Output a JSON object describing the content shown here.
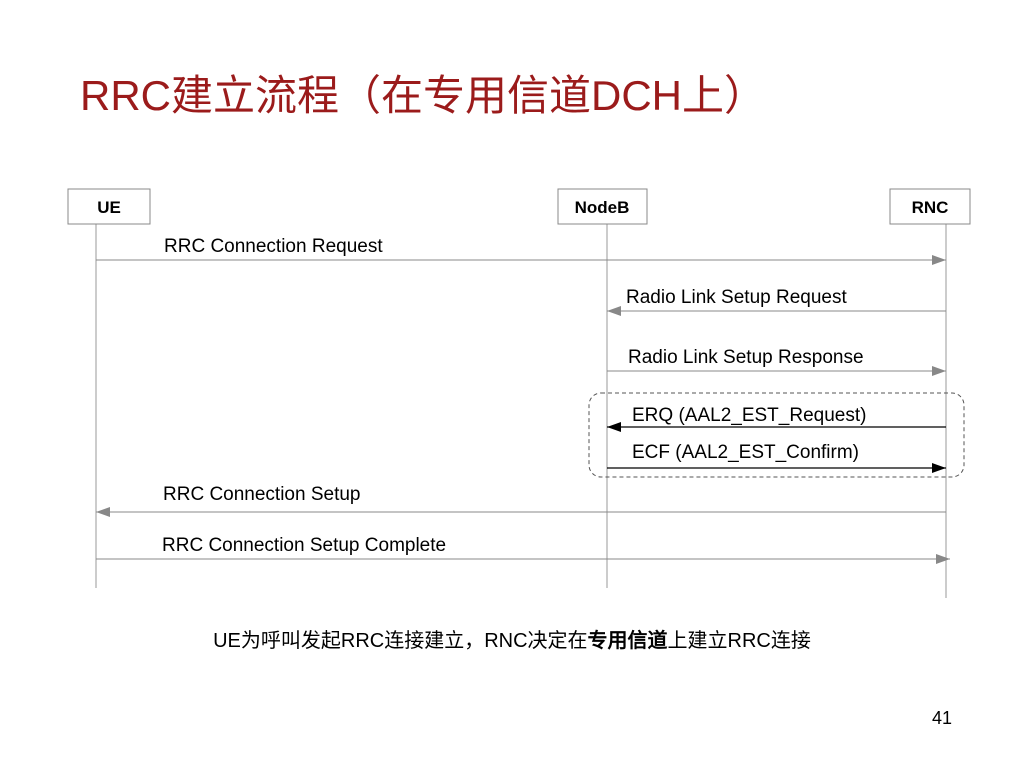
{
  "slide": {
    "title": "RRC建立流程（在专用信道DCH上）",
    "caption": {
      "pre": "UE为呼叫发起RRC连接建立，RNC决定在",
      "bold": "专用信道",
      "post": "上建立RRC连接"
    },
    "page_number": "41"
  },
  "diagram": {
    "entities": [
      {
        "id": "ue",
        "label": "UE"
      },
      {
        "id": "nodeb",
        "label": "NodeB"
      },
      {
        "id": "rnc",
        "label": "RNC"
      }
    ],
    "messages": [
      {
        "id": "m1",
        "label": "RRC Connection Request",
        "from": "ue",
        "to": "rnc"
      },
      {
        "id": "m2",
        "label": "Radio Link Setup Request",
        "from": "rnc",
        "to": "nodeb"
      },
      {
        "id": "m3",
        "label": "Radio Link Setup Response",
        "from": "nodeb",
        "to": "rnc"
      },
      {
        "id": "m4",
        "label": "ERQ (AAL2_EST_Request)",
        "from": "rnc",
        "to": "nodeb"
      },
      {
        "id": "m5",
        "label": "ECF (AAL2_EST_Confirm)",
        "from": "nodeb",
        "to": "rnc"
      },
      {
        "id": "m6",
        "label": "RRC Connection Setup",
        "from": "rnc",
        "to": "ue"
      },
      {
        "id": "m7",
        "label": "RRC Connection Setup Complete",
        "from": "ue",
        "to": "rnc"
      }
    ],
    "colors": {
      "lines": "#888888",
      "arrow_emphasis": "#000000",
      "title": "#9b1b1b"
    }
  }
}
